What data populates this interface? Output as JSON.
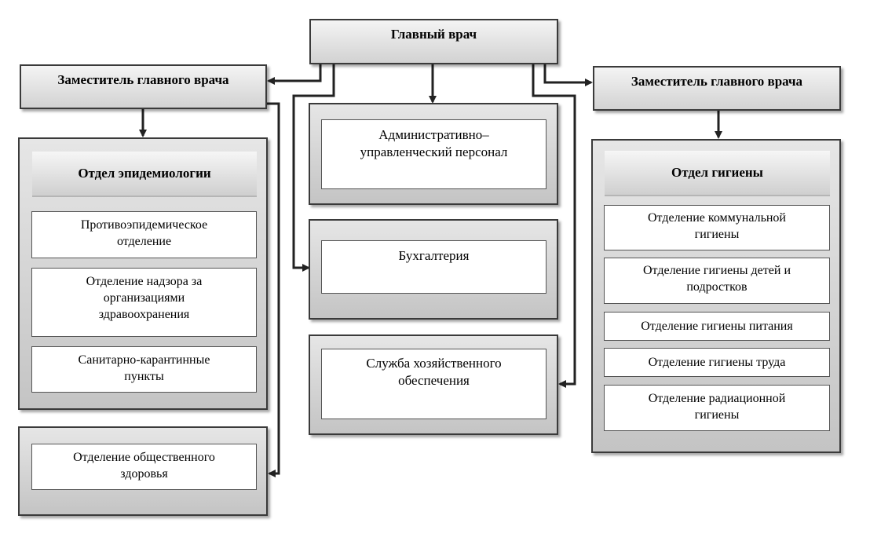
{
  "chief": "Главный врач",
  "deputy_left": "Заместитель главного врача",
  "deputy_right": "Заместитель главного врача",
  "epidemiology": {
    "title": "Отдел эпидемиологии",
    "units": [
      "Противоэпидемическое\nотделение",
      "Отделение надзора за\nорганизациями\nздравоохранения",
      "Санитарно-карантинные\nпункты"
    ]
  },
  "public_health": "Отделение общественного\nздоровья",
  "center": {
    "admin": "Административно–\nуправленческий персонал",
    "accounting": "Бухгалтерия",
    "supply": "Служба хозяйственного\nобеспечения"
  },
  "hygiene": {
    "title": "Отдел гигиены",
    "units": [
      "Отделение коммунальной\nгигиены",
      "Отделение гигиены детей и\nподростков",
      "Отделение гигиены питания",
      "Отделение гигиены труда",
      "Отделение радиационной\nгигиены"
    ]
  }
}
